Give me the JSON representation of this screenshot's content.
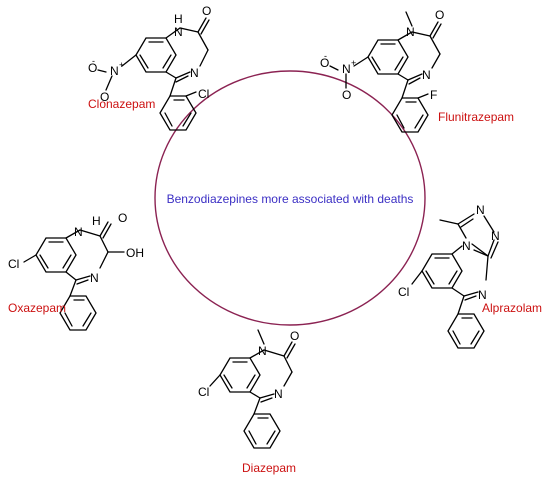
{
  "colors": {
    "circle": "#8b2252",
    "title": "#3b2fc4",
    "labels": "#cc1111",
    "bonds": "#000000"
  },
  "center": {
    "title": "Benzodiazepines more associated with deaths"
  },
  "compounds": {
    "clonazepam": {
      "name": "Clonazepam",
      "atoms": {
        "nh": "H",
        "n_ring": "N",
        "n_imine": "N",
        "o_carbonyl": "O",
        "cl": "Cl",
        "no2_n": "N",
        "no2_plus": "+",
        "no2_o1": "O",
        "no2_o1_minus": "-",
        "no2_o2": "O"
      }
    },
    "flunitrazepam": {
      "name": "Flunitrazepam",
      "atoms": {
        "n_ring": "N",
        "n_imine": "N",
        "o_carbonyl": "O",
        "f": "F",
        "no2_n": "N",
        "no2_plus": "+",
        "no2_o1": "O",
        "no2_o1_minus": "-",
        "no2_o2": "O"
      }
    },
    "oxazepam": {
      "name": "Oxazepam",
      "atoms": {
        "nh": "H",
        "n_ring": "N",
        "n_imine": "N",
        "o_carbonyl": "O",
        "oh": "OH",
        "cl": "Cl"
      }
    },
    "alprazolam": {
      "name": "Alprazolam",
      "atoms": {
        "n_triazole_1": "N",
        "n_triazole_2": "N",
        "n_triazole_3": "N",
        "n_imine": "N",
        "cl": "Cl"
      }
    },
    "diazepam": {
      "name": "Diazepam",
      "atoms": {
        "n_ring": "N",
        "n_imine": "N",
        "o_carbonyl": "O",
        "cl": "Cl"
      }
    }
  }
}
